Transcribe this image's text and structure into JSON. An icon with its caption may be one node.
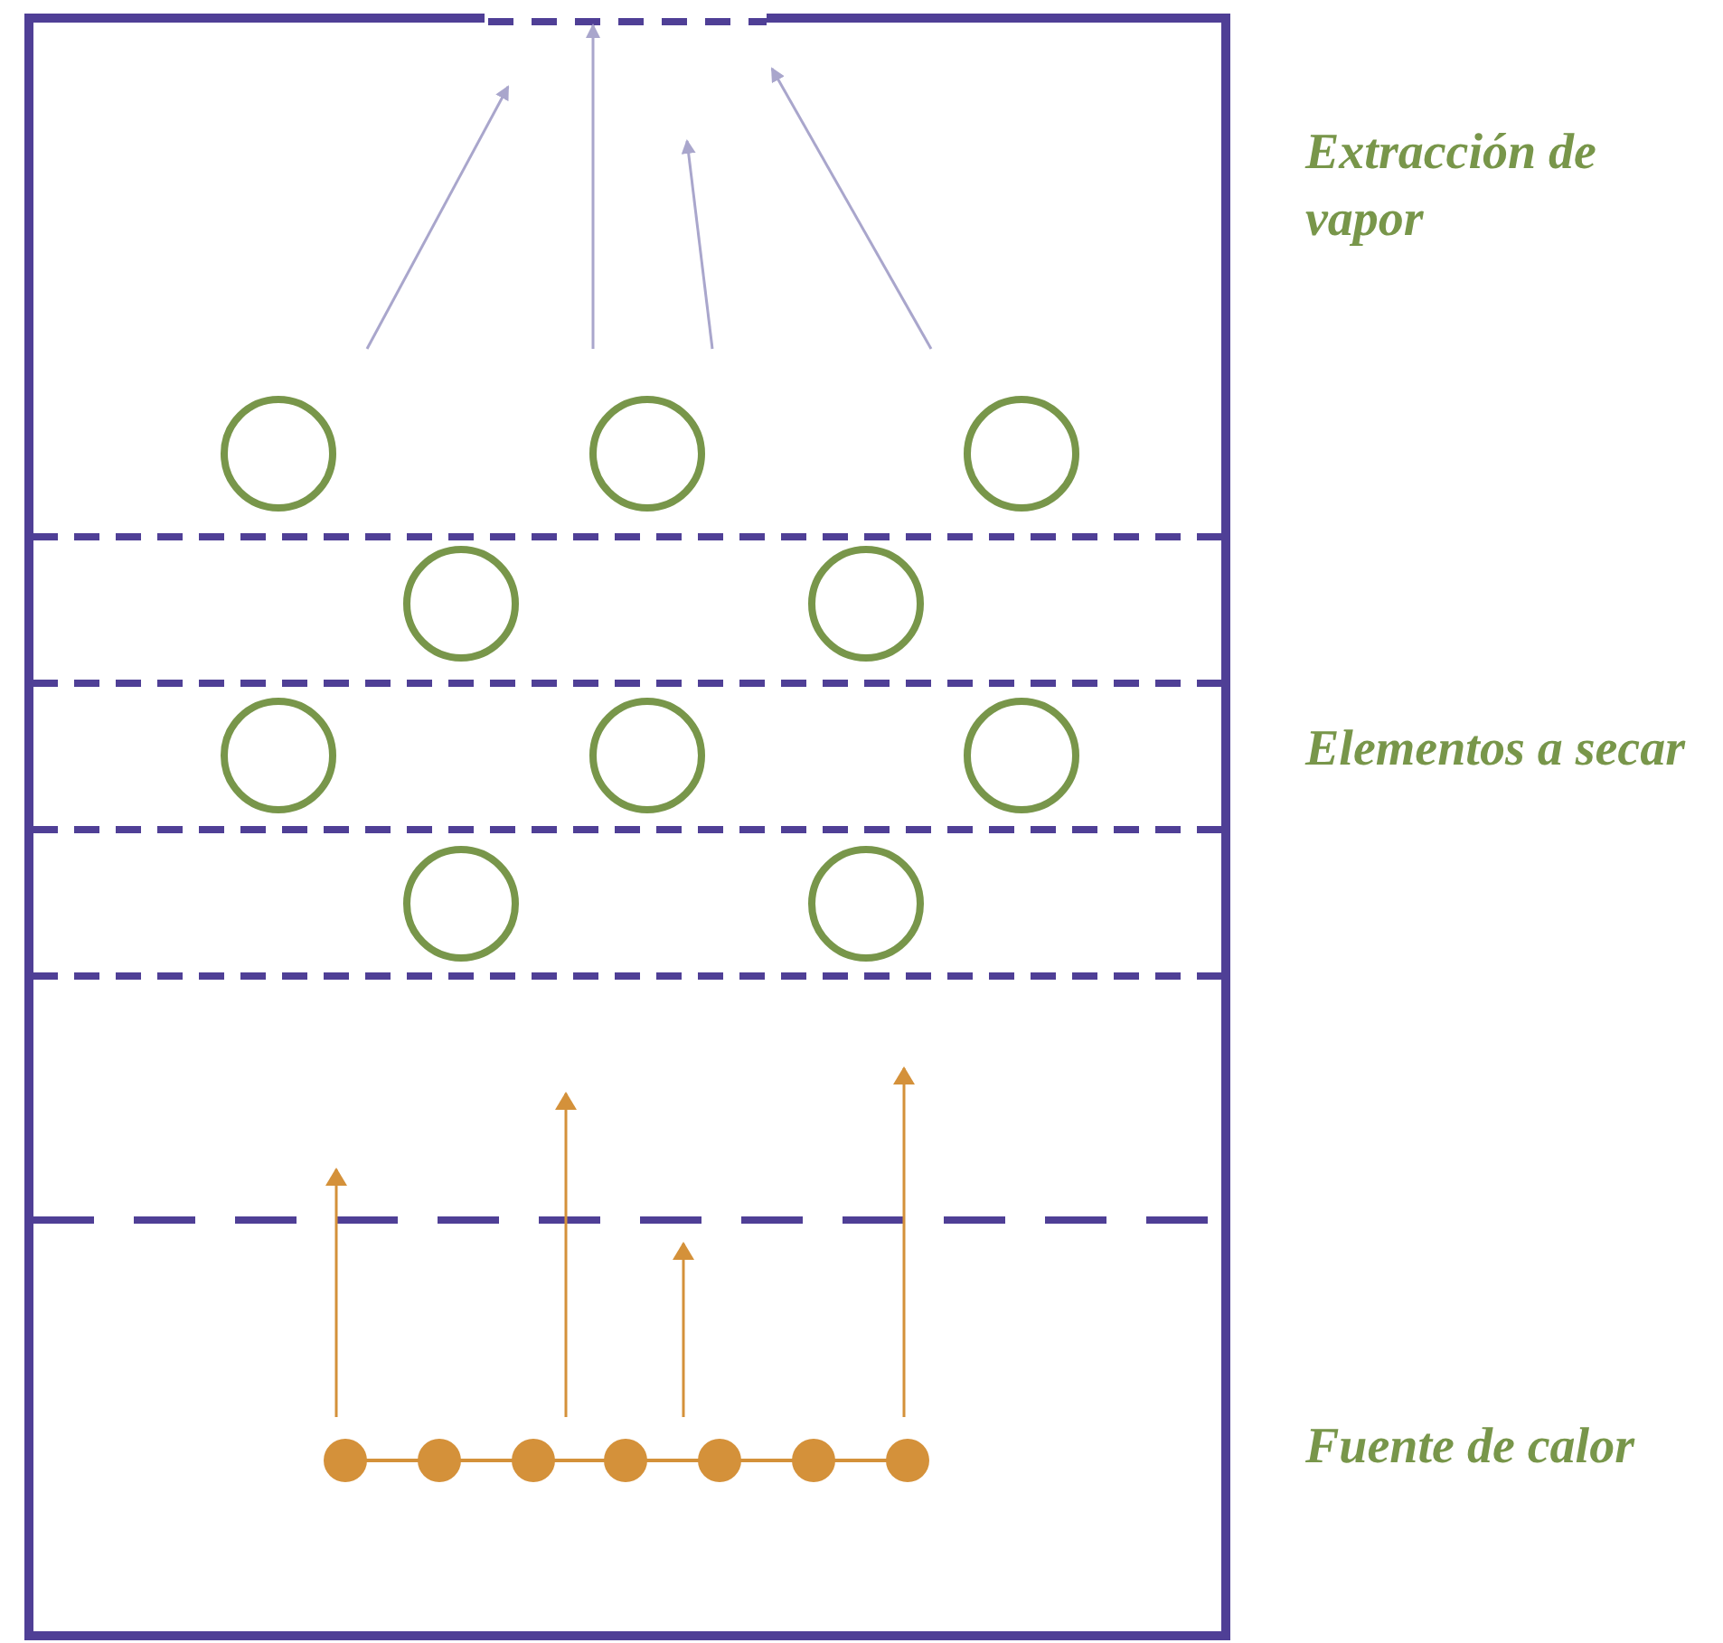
{
  "diagram": {
    "labels": [
      "Extracción de vapor",
      "Elementos a secar",
      "Fuente de calor"
    ]
  }
}
